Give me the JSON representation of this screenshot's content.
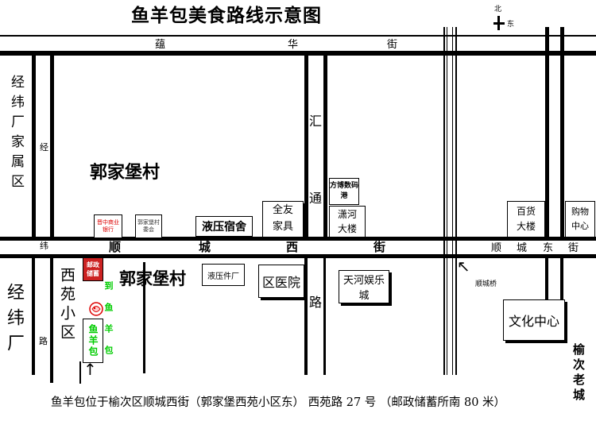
{
  "title": "鱼羊包美食路线示意图",
  "compass": {
    "north": "北",
    "east": "东"
  },
  "roads": {
    "yunhua_street": [
      "蕴",
      "华",
      "街"
    ],
    "shuncheng_west_street": [
      "顺",
      "城",
      "西",
      "街"
    ],
    "shuncheng_east_street": [
      "顺",
      "城",
      "东",
      "街"
    ],
    "huitong_road": [
      "汇",
      "通"
    ],
    "jingwei_road": [
      "经",
      "纬"
    ],
    "xiyuan_road": "路",
    "left_road": "路"
  },
  "areas": {
    "jingwei_family_area": "经纬厂家属区",
    "guojiabao_village_north": "郭家堡村",
    "guojiabao_village_south": "郭家堡村",
    "jingwei_factory": "经纬厂",
    "xiyuan_community": "西苑小区",
    "yuci_old_city": "榆次老城"
  },
  "landmarks": {
    "jinzhong_bank": "晋中商业银行",
    "village_committee": "郭家堡村委会",
    "hydraulic_dorm": "液压宿舍",
    "quanyou_furniture": "全友家具",
    "fangbo_digital": "方博数码港",
    "xiaohe_building": "潇河大楼",
    "department_store": "百货大楼",
    "shopping_center": "购物中心",
    "hydraulic_factory": "液压件厂",
    "district_hospital": "区医院",
    "tianhe_entertainment": "天河娱乐城",
    "culture_center": "文化中心",
    "postal_savings": "邮政储蓄",
    "shuncheng_bridge": "顺城桥"
  },
  "restaurant": {
    "name": "鱼羊包",
    "route_label": "到鱼羊包"
  },
  "footer": "鱼羊包位于榆次区顺城西街（郭家堡西苑小区东） 西苑路 27 号 （邮政储蓄所南 80 米）",
  "colors": {
    "road": "#000000",
    "restaurant_text": "#00cc00",
    "bank_text": "#dd0000",
    "postal_bg": "#cc2222"
  }
}
